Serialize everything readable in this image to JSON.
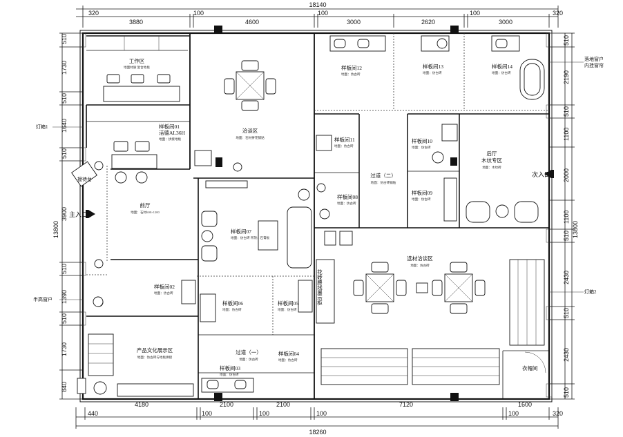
{
  "dims_top": [
    "320",
    "3880",
    "100",
    "4600",
    "100",
    "3000",
    "2620",
    "100",
    "3000",
    "320"
  ],
  "total_top": "18140",
  "dims_bottom": [
    "440",
    "4180",
    "100",
    "2100",
    "100",
    "2100",
    "100",
    "7120",
    "100",
    "1600",
    "320"
  ],
  "total_bottom": "18260",
  "dims_left": [
    "510",
    "1730",
    "510",
    "1640",
    "510",
    "3900",
    "510",
    "1390",
    "510",
    "1730",
    "840"
  ],
  "total_left": "13800",
  "dims_right": [
    "510",
    "2190",
    "510",
    "1100",
    "2000",
    "1100",
    "510",
    "2430",
    "510",
    "2430",
    "510"
  ],
  "total_right": "13800",
  "rooms": {
    "work": {
      "name": "工作区",
      "sub": "地面材质 复合地板"
    },
    "talk": {
      "name": "洽谈区",
      "sub": "地面：石材拼花铺贴"
    },
    "r01": {
      "name": "样板间01",
      "name2": "活德AL36H",
      "sub": "地面：拼接地板"
    },
    "r12": {
      "name": "样板间12",
      "sub": "地面：仿古砖"
    },
    "r13": {
      "name": "样板间13",
      "sub": "地面：仿古砖"
    },
    "r14": {
      "name": "样板间14",
      "sub": "地面：仿古砖"
    },
    "r11": {
      "name": "样板间11",
      "sub": "地面：仿古砖"
    },
    "r10": {
      "name": "样板间10",
      "sub": "地面：仿古砖"
    },
    "r09": {
      "name": "样板间09",
      "sub": "地面：仿古砖"
    },
    "r08": {
      "name": "样板间08",
      "sub": "地面：仿古砖"
    },
    "corr2": {
      "name": "过道（二）",
      "sub": "地面：仿古砖铺贴"
    },
    "back": {
      "name": "后厅",
      "name2": "木纹专区",
      "sub": "地面：木纹砖"
    },
    "hall": {
      "name": "前厅",
      "sub": "地面：石材600×1200"
    },
    "r07": {
      "name": "样板间07",
      "sub": "地面：仿古砖 吊顶：石膏板"
    },
    "r02": {
      "name": "样板间02",
      "sub": "地面：仿古砖"
    },
    "r06": {
      "name": "样板间06",
      "sub": "地面：仿古砖"
    },
    "r05": {
      "name": "样板间05",
      "sub": "地面：仿古砖"
    },
    "r04": {
      "name": "样板间04",
      "sub": "地面：仿古砖"
    },
    "r03": {
      "name": "样板间03",
      "sub": "地面：仿古砖"
    },
    "corr1": {
      "name": "过道（一）",
      "sub": "地面：仿古砖"
    },
    "culture": {
      "name": "产品文化展示区",
      "sub": "地面：仿古砖与地板拼接"
    },
    "select": {
      "name": "选材洽谈区",
      "sub": "地面：仿古砖"
    },
    "cloak": {
      "name": "衣帽间"
    },
    "flower": {
      "name": "花砖腰线展示柜"
    }
  },
  "callouts": {
    "lightbox1": "灯箱1",
    "lightbox2": "灯箱2",
    "main_entrance": "主入口",
    "second_entrance": "次入口",
    "window_left": "半高窗户",
    "window_right_1": "落地窗户",
    "window_right_2": "内挂窗帘",
    "reception": "接待台"
  }
}
